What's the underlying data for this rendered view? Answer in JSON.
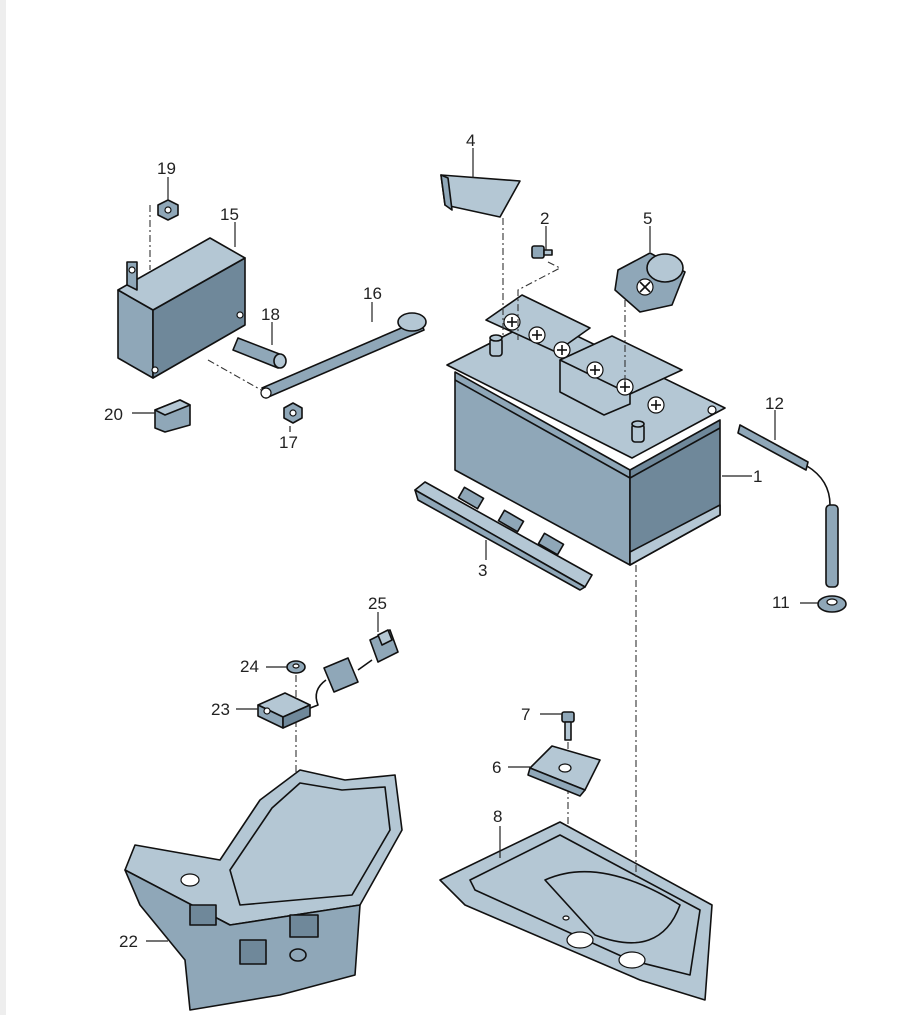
{
  "diagram": {
    "callouts": {
      "c1": "1",
      "c2": "2",
      "c3": "3",
      "c4": "4",
      "c5": "5",
      "c6": "6",
      "c7": "7",
      "c8": "8",
      "c11": "11",
      "c12": "12",
      "c15": "15",
      "c16": "16",
      "c17": "17",
      "c18": "18",
      "c19": "19",
      "c20": "20",
      "c22": "22",
      "c23": "23",
      "c24": "24",
      "c25": "25"
    },
    "colors": {
      "part_fill": "#8fa7b8",
      "part_dark": "#6f889a",
      "part_light": "#b4c7d4",
      "line": "#111111"
    }
  }
}
